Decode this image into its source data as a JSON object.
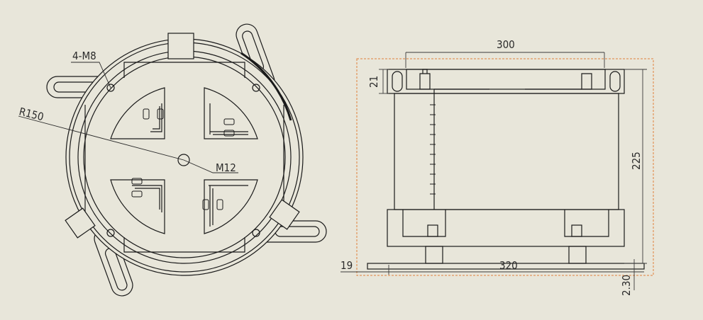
{
  "colors": {
    "background": "#e8e6da",
    "line": "#1a1a1a",
    "dim_line": "#3a3a3a",
    "bounding_box": "#e0803a"
  },
  "top_view": {
    "label_thread_small": "4-M8",
    "label_radius": "R150",
    "label_thread_center": "M12"
  },
  "front_view": {
    "dim_top_width": "300",
    "dim_top_height": "21",
    "dim_overall_height": "225",
    "dim_left_offset": "19",
    "dim_bottom_width": "320",
    "dim_plate_thickness": "2.30"
  }
}
